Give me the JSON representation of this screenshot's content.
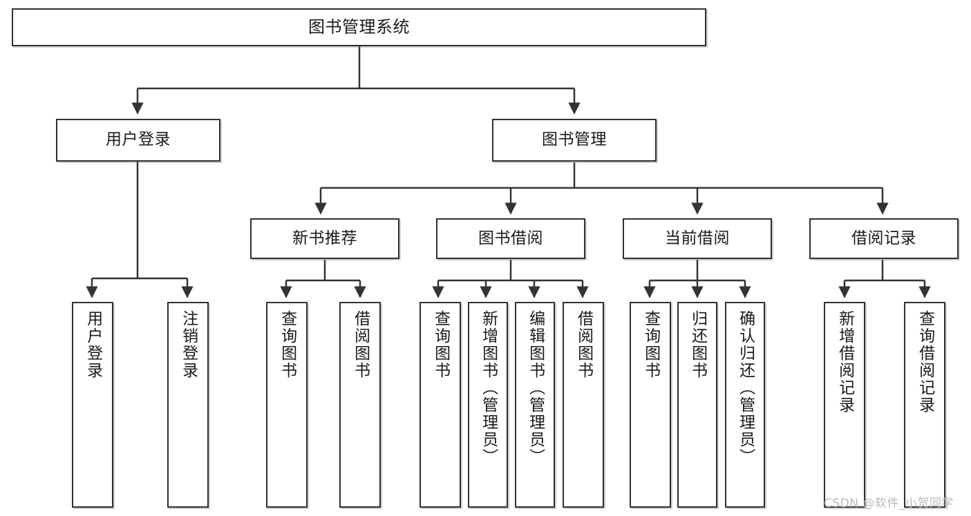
{
  "diagram": {
    "type": "tree-hierarchy-diagram",
    "title": "图书管理系统",
    "colors": {
      "box_border": "#2f2f2f",
      "box_fill": "#ffffff",
      "connector": "#333333",
      "text": "#1a1a1a",
      "watermark": "#b9b9b9"
    },
    "levels": {
      "root": {
        "label": "图书管理系统"
      },
      "level2": [
        {
          "label": "用户登录"
        },
        {
          "label": "图书管理"
        }
      ],
      "level3": [
        {
          "label": "新书推荐"
        },
        {
          "label": "图书借阅"
        },
        {
          "label": "当前借阅"
        },
        {
          "label": "借阅记录"
        }
      ],
      "leaves": {
        "user_login": [
          {
            "label": "用户登录"
          },
          {
            "label": "注销登录"
          }
        ],
        "new_book_recommend": [
          {
            "label": "查询图书"
          },
          {
            "label": "借阅图书"
          }
        ],
        "book_borrow": [
          {
            "label": "查询图书"
          },
          {
            "label": "新增图书（管理员）"
          },
          {
            "label": "编辑图书（管理员）"
          },
          {
            "label": "借阅图书"
          }
        ],
        "current_borrow": [
          {
            "label": "查询图书"
          },
          {
            "label": "归还图书"
          },
          {
            "label": "确认归还（管理员）"
          }
        ],
        "borrow_record": [
          {
            "label": "新增借阅记录"
          },
          {
            "label": "查询借阅记录"
          }
        ]
      }
    }
  },
  "watermark": {
    "text": "CSDN @软件_小贺同学"
  }
}
